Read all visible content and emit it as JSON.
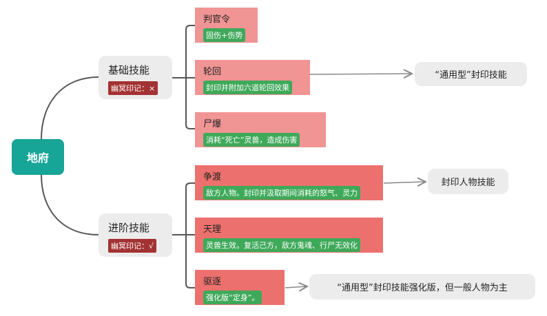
{
  "root": {
    "label": "地府"
  },
  "groups": [
    {
      "label": "基础技能",
      "tag": "幽冥印记：×",
      "children": [
        {
          "title": "判官令",
          "desc": "固伤+伤势"
        },
        {
          "title": "轮回",
          "desc": "封印并附加六道轮回效果",
          "note": "“通用型”封印技能"
        },
        {
          "title": "尸爆",
          "desc": "消耗“死亡”灵兽，造成伤害"
        }
      ]
    },
    {
      "label": "进阶技能",
      "tag": "幽冥印记：√",
      "children": [
        {
          "title": "争渡",
          "desc": "敌方人物。封印并汲取期间消耗的怒气、灵力",
          "note": "封印人物技能"
        },
        {
          "title": "天理",
          "desc": "灵兽生效。复活己方，敌方鬼魂、行尸无效化"
        },
        {
          "title": "驱逐",
          "desc": "强化版“定身”。",
          "note": "“通用型”封印技能强化版，但一般人物为主"
        }
      ]
    }
  ]
}
